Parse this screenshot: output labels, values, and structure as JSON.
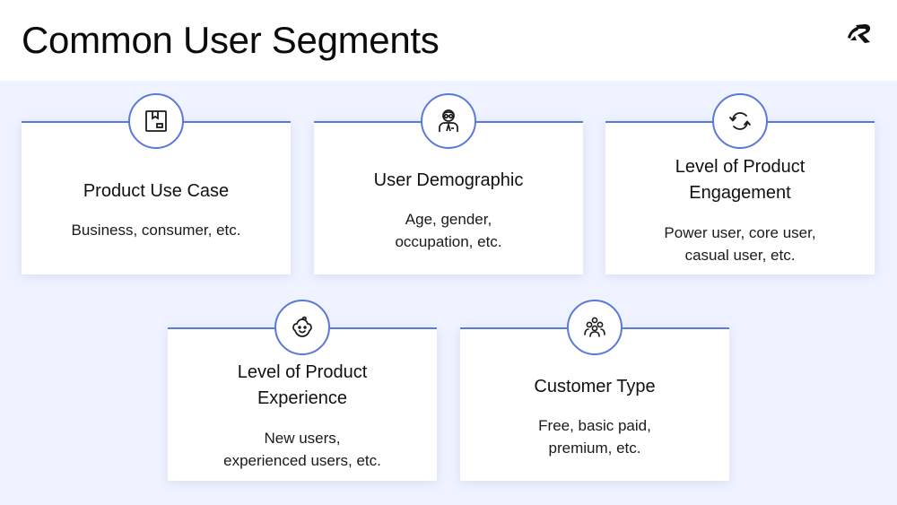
{
  "header": {
    "title": "Common User Segments",
    "logo_icon": "brand-logo-icon"
  },
  "colors": {
    "accent": "#5b79d6",
    "panel_background": "#eff2ff",
    "card_background": "#ffffff",
    "text": "#111111"
  },
  "segments": [
    {
      "icon": "package-box-icon",
      "title": "Product Use Case",
      "title_lines": [
        "Product Use Case"
      ],
      "description_lines": [
        "Business, consumer, etc."
      ]
    },
    {
      "icon": "user-glasses-icon",
      "title": "User Demographic",
      "title_lines": [
        "User Demographic"
      ],
      "description_lines": [
        "Age, gender,",
        "occupation, etc."
      ]
    },
    {
      "icon": "refresh-cycle-icon",
      "title": "Level of Product Engagement",
      "title_lines": [
        "Level of Product",
        "Engagement"
      ],
      "description_lines": [
        "Power user, core user,",
        "casual user, etc."
      ]
    },
    {
      "icon": "baby-face-icon",
      "title": "Level of Product Experience",
      "title_lines": [
        "Level of Product",
        "Experience"
      ],
      "description_lines": [
        "New users,",
        "experienced users, etc."
      ]
    },
    {
      "icon": "user-group-icon",
      "title": "Customer Type",
      "title_lines": [
        "Customer Type"
      ],
      "description_lines": [
        "Free, basic paid,",
        "premium, etc."
      ]
    }
  ]
}
